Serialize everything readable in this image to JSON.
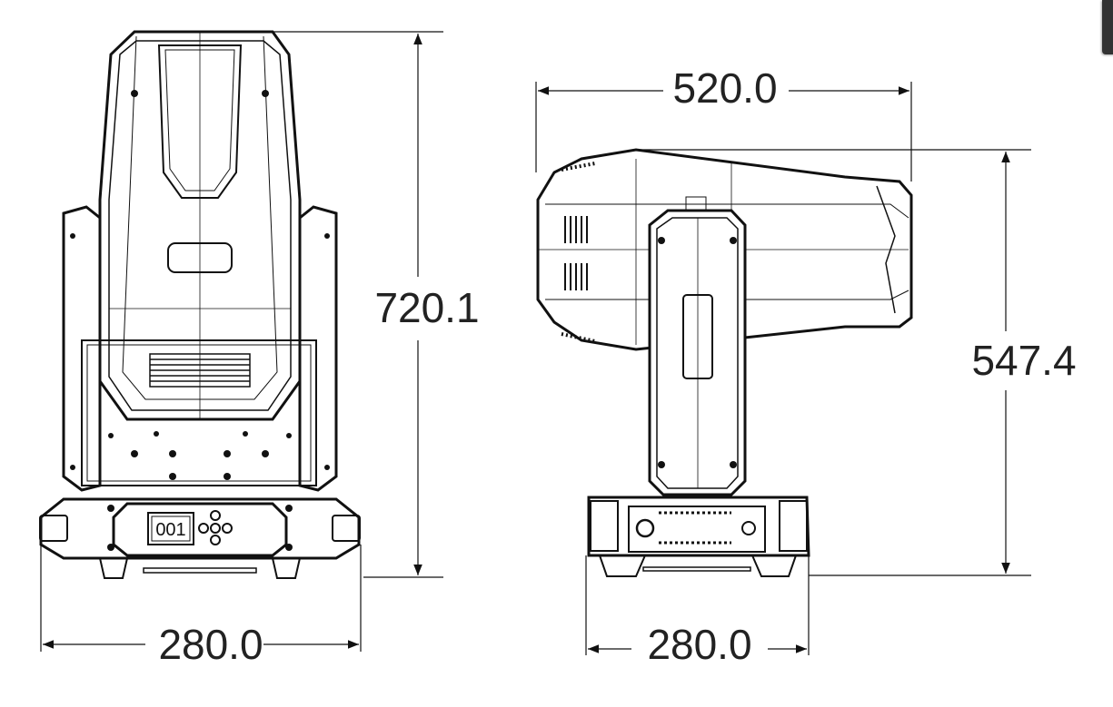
{
  "dimensions": {
    "front_height": "720.1",
    "front_width": "280.0",
    "side_length": "520.0",
    "side_height": "547.4",
    "side_width": "280.0"
  },
  "display": {
    "value": "001"
  },
  "colors": {
    "line": "#111111",
    "scrollbar": "#333333"
  }
}
